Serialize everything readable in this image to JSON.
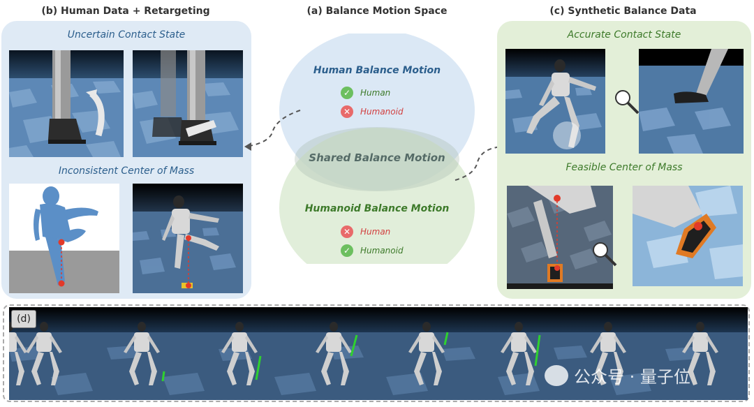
{
  "panel_a": {
    "title": "(a) Balance Motion Space",
    "human_ellipse": {
      "label": "Human Balance Motion",
      "items": [
        {
          "label": "Human",
          "status": "check"
        },
        {
          "label": "Humanoid",
          "status": "cross"
        }
      ]
    },
    "shared_label": "Shared Balance Motion",
    "humanoid_ellipse": {
      "label": "Humanoid Balance Motion",
      "items": [
        {
          "label": "Human",
          "status": "cross"
        },
        {
          "label": "Humanoid",
          "status": "check"
        }
      ]
    }
  },
  "panel_b": {
    "title": "(b) Human Data + Retargeting",
    "sub1": "Uncertain Contact State",
    "sub2": "Inconsistent Center of Mass"
  },
  "panel_c": {
    "title": "(c) Synthetic Balance Data",
    "sub1": "Accurate Contact State",
    "sub2": "Feasible Center of Mass"
  },
  "panel_d": {
    "label": "(d)",
    "frame_count": 8
  },
  "watermark": "公众号 · 量子位",
  "colors": {
    "blue_text": "#2b5e8c",
    "green_text": "#3d7a2a",
    "red": "#e23a2a"
  }
}
